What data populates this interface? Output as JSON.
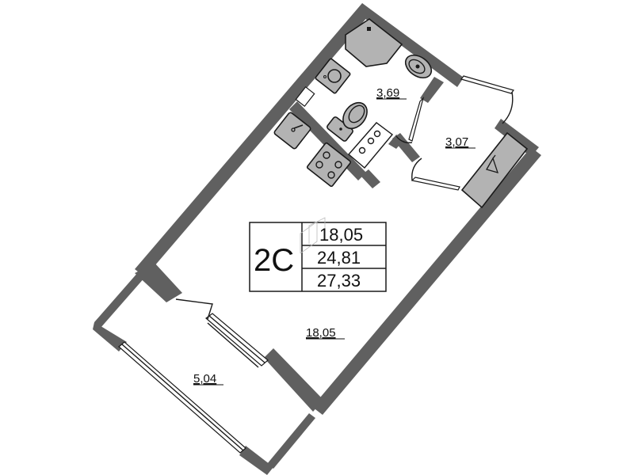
{
  "plan": {
    "unit_type": "2С",
    "summary_table": {
      "living_area": "18,05",
      "total_area": "24,81",
      "total_area_with_balcony": "27,33"
    },
    "rooms": [
      {
        "name": "living-room",
        "area": "18,05"
      },
      {
        "name": "bathroom",
        "area": "3,69"
      },
      {
        "name": "hallway",
        "area": "3,07"
      },
      {
        "name": "balcony",
        "area": "5,04"
      }
    ],
    "fixtures": [
      "shower-tray-icon",
      "washbasin-icon",
      "washing-machine-icon",
      "toilet-icon",
      "kitchen-sink-icon",
      "stove-icon",
      "countertop-icon",
      "wardrobe-hanger-icon"
    ],
    "colors": {
      "wall": "#606060",
      "fixture_fill": "#b3b3b3",
      "outline": "#1a1a1a",
      "background": "#ffffff"
    }
  }
}
